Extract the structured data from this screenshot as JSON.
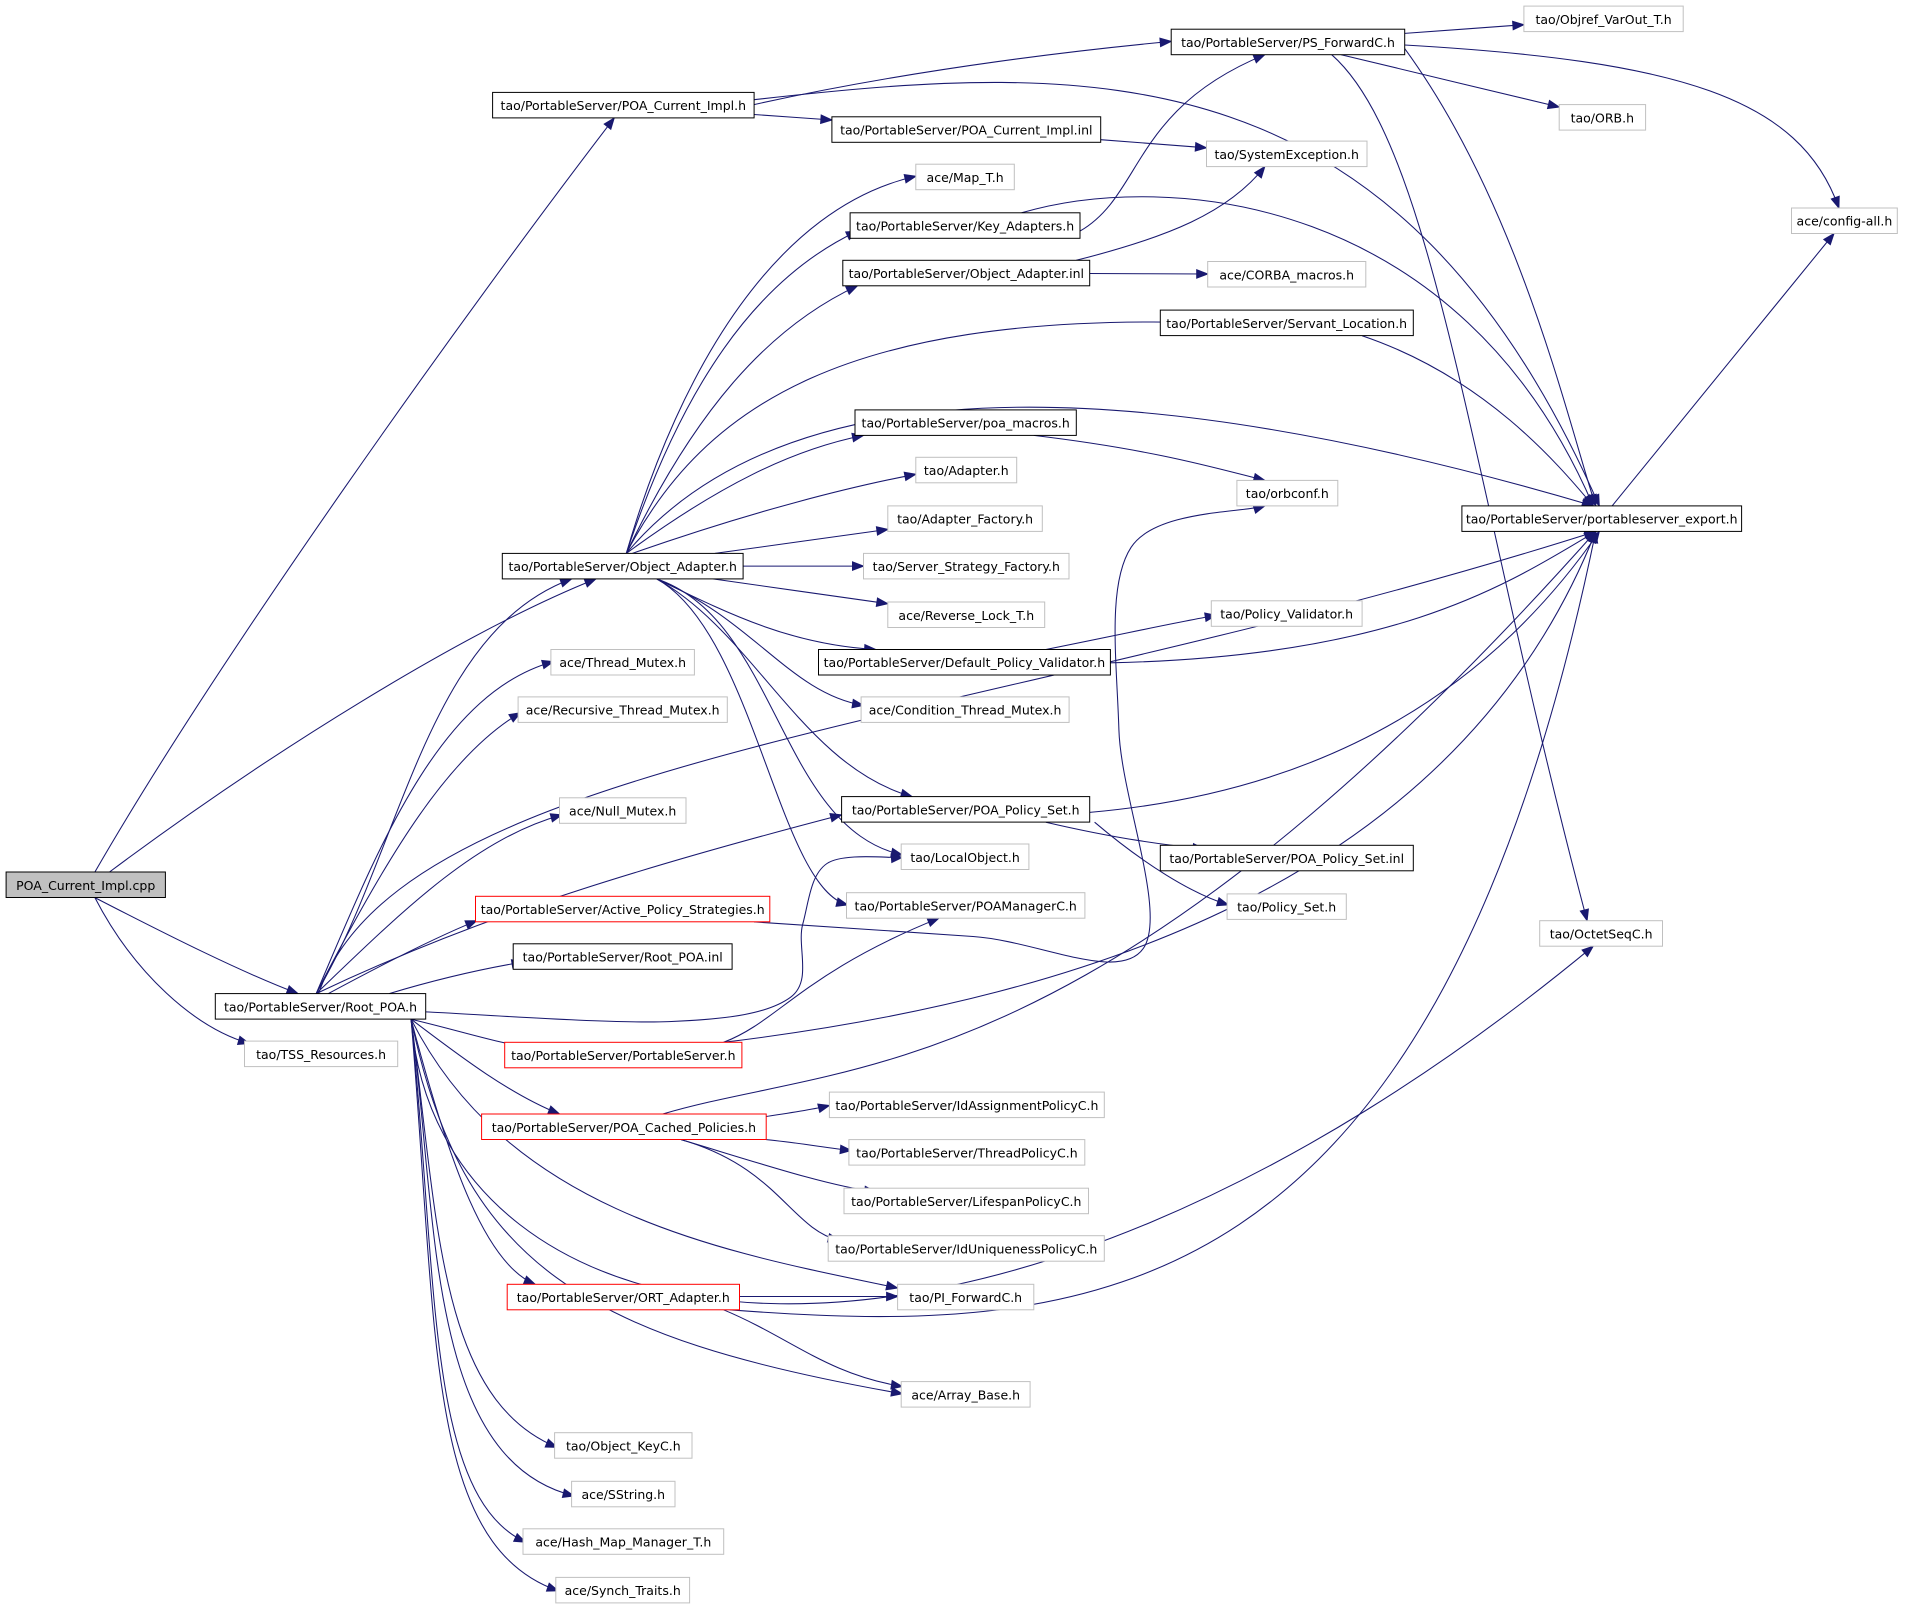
{
  "graph": {
    "root": "POA_Current_Impl.cpp",
    "colors": {
      "edge": "#191970",
      "root_fill": "#c0c0c0",
      "documented_border": "#000000",
      "external_border": "#c0c0c0",
      "truncated_border": "#ff0000"
    },
    "nodes": [
      {
        "id": "root",
        "label": "POA_Current_Impl.cpp",
        "kind": "root"
      },
      {
        "id": "poacur_h",
        "label": "tao/PortableServer/POA_Current_Impl.h",
        "kind": "documented"
      },
      {
        "id": "psfwd",
        "label": "tao/PortableServer/PS_ForwardC.h",
        "kind": "documented"
      },
      {
        "id": "objref",
        "label": "tao/Objref_VarOut_T.h",
        "kind": "external"
      },
      {
        "id": "orb",
        "label": "tao/ORB.h",
        "kind": "external"
      },
      {
        "id": "poacur_inl",
        "label": "tao/PortableServer/POA_Current_Impl.inl",
        "kind": "documented"
      },
      {
        "id": "sysexc",
        "label": "tao/SystemException.h",
        "kind": "external"
      },
      {
        "id": "mapt",
        "label": "ace/Map_T.h",
        "kind": "external"
      },
      {
        "id": "keyad",
        "label": "tao/PortableServer/Key_Adapters.h",
        "kind": "documented"
      },
      {
        "id": "configall",
        "label": "ace/config-all.h",
        "kind": "external"
      },
      {
        "id": "objad_inl",
        "label": "tao/PortableServer/Object_Adapter.inl",
        "kind": "documented"
      },
      {
        "id": "corbamac",
        "label": "ace/CORBA_macros.h",
        "kind": "external"
      },
      {
        "id": "servloc",
        "label": "tao/PortableServer/Servant_Location.h",
        "kind": "documented"
      },
      {
        "id": "poamac",
        "label": "tao/PortableServer/poa_macros.h",
        "kind": "documented"
      },
      {
        "id": "adapter",
        "label": "tao/Adapter.h",
        "kind": "external"
      },
      {
        "id": "orbconf",
        "label": "tao/orbconf.h",
        "kind": "external"
      },
      {
        "id": "psexport",
        "label": "tao/PortableServer/portableserver_export.h",
        "kind": "documented"
      },
      {
        "id": "adfact",
        "label": "tao/Adapter_Factory.h",
        "kind": "external"
      },
      {
        "id": "objad",
        "label": "tao/PortableServer/Object_Adapter.h",
        "kind": "documented"
      },
      {
        "id": "servstrat",
        "label": "tao/Server_Strategy_Factory.h",
        "kind": "external"
      },
      {
        "id": "revlock",
        "label": "ace/Reverse_Lock_T.h",
        "kind": "external"
      },
      {
        "id": "polval",
        "label": "tao/Policy_Validator.h",
        "kind": "external"
      },
      {
        "id": "defpolval",
        "label": "tao/PortableServer/Default_Policy_Validator.h",
        "kind": "documented"
      },
      {
        "id": "thrmutex",
        "label": "ace/Thread_Mutex.h",
        "kind": "external"
      },
      {
        "id": "condmutex",
        "label": "ace/Condition_Thread_Mutex.h",
        "kind": "external"
      },
      {
        "id": "recmutex",
        "label": "ace/Recursive_Thread_Mutex.h",
        "kind": "external"
      },
      {
        "id": "nullmutex",
        "label": "ace/Null_Mutex.h",
        "kind": "external"
      },
      {
        "id": "polset",
        "label": "tao/PortableServer/POA_Policy_Set.h",
        "kind": "documented"
      },
      {
        "id": "localobj",
        "label": "tao/LocalObject.h",
        "kind": "external"
      },
      {
        "id": "polset_inl",
        "label": "tao/PortableServer/POA_Policy_Set.inl",
        "kind": "documented"
      },
      {
        "id": "actpol",
        "label": "tao/PortableServer/Active_Policy_Strategies.h",
        "kind": "truncated"
      },
      {
        "id": "poamgr",
        "label": "tao/PortableServer/POAManagerC.h",
        "kind": "external"
      },
      {
        "id": "policyset",
        "label": "tao/Policy_Set.h",
        "kind": "external"
      },
      {
        "id": "octseq",
        "label": "tao/OctetSeqC.h",
        "kind": "external"
      },
      {
        "id": "rootpoa_inl",
        "label": "tao/PortableServer/Root_POA.inl",
        "kind": "documented"
      },
      {
        "id": "rootpoa",
        "label": "tao/PortableServer/Root_POA.h",
        "kind": "documented"
      },
      {
        "id": "tss",
        "label": "tao/TSS_Resources.h",
        "kind": "external"
      },
      {
        "id": "portserv",
        "label": "tao/PortableServer/PortableServer.h",
        "kind": "truncated"
      },
      {
        "id": "idassign",
        "label": "tao/PortableServer/IdAssignmentPolicyC.h",
        "kind": "external"
      },
      {
        "id": "cached",
        "label": "tao/PortableServer/POA_Cached_Policies.h",
        "kind": "truncated"
      },
      {
        "id": "thrpol",
        "label": "tao/PortableServer/ThreadPolicyC.h",
        "kind": "external"
      },
      {
        "id": "lifepol",
        "label": "tao/PortableServer/LifespanPolicyC.h",
        "kind": "external"
      },
      {
        "id": "iduniq",
        "label": "tao/PortableServer/IdUniquenessPolicyC.h",
        "kind": "external"
      },
      {
        "id": "ortad",
        "label": "tao/PortableServer/ORT_Adapter.h",
        "kind": "truncated"
      },
      {
        "id": "pifwd",
        "label": "tao/PI_ForwardC.h",
        "kind": "external"
      },
      {
        "id": "arrbase",
        "label": "ace/Array_Base.h",
        "kind": "external"
      },
      {
        "id": "objkey",
        "label": "tao/Object_KeyC.h",
        "kind": "external"
      },
      {
        "id": "sstring",
        "label": "ace/SString.h",
        "kind": "external"
      },
      {
        "id": "hashmap",
        "label": "ace/Hash_Map_Manager_T.h",
        "kind": "external"
      },
      {
        "id": "synch",
        "label": "ace/Synch_Traits.h",
        "kind": "external"
      }
    ],
    "edges": [
      [
        "root",
        "poacur_h"
      ],
      [
        "root",
        "objad"
      ],
      [
        "root",
        "rootpoa"
      ],
      [
        "root",
        "tss"
      ],
      [
        "poacur_h",
        "psfwd"
      ],
      [
        "poacur_h",
        "poacur_inl"
      ],
      [
        "poacur_h",
        "psexport"
      ],
      [
        "psfwd",
        "objref"
      ],
      [
        "psfwd",
        "orb"
      ],
      [
        "psfwd",
        "configall"
      ],
      [
        "psfwd",
        "psexport"
      ],
      [
        "psfwd",
        "octseq"
      ],
      [
        "poacur_inl",
        "sysexc"
      ],
      [
        "psexport",
        "configall"
      ],
      [
        "objad",
        "mapt"
      ],
      [
        "objad",
        "keyad"
      ],
      [
        "objad",
        "objad_inl"
      ],
      [
        "objad",
        "servloc"
      ],
      [
        "objad",
        "psexport"
      ],
      [
        "objad",
        "poamac"
      ],
      [
        "objad",
        "adapter"
      ],
      [
        "objad",
        "adfact"
      ],
      [
        "objad",
        "servstrat"
      ],
      [
        "objad",
        "revlock"
      ],
      [
        "objad",
        "defpolval"
      ],
      [
        "objad",
        "condmutex"
      ],
      [
        "objad",
        "polset"
      ],
      [
        "objad",
        "localobj"
      ],
      [
        "objad",
        "poamgr"
      ],
      [
        "keyad",
        "psfwd"
      ],
      [
        "keyad",
        "psexport"
      ],
      [
        "objad_inl",
        "sysexc"
      ],
      [
        "objad_inl",
        "corbamac"
      ],
      [
        "servloc",
        "psexport"
      ],
      [
        "poamac",
        "orbconf"
      ],
      [
        "defpolval",
        "polval"
      ],
      [
        "defpolval",
        "psexport"
      ],
      [
        "polset",
        "psexport"
      ],
      [
        "polset",
        "polset_inl"
      ],
      [
        "polset",
        "policyset"
      ],
      [
        "rootpoa",
        "objad"
      ],
      [
        "rootpoa",
        "thrmutex"
      ],
      [
        "rootpoa",
        "recmutex"
      ],
      [
        "rootpoa",
        "nullmutex"
      ],
      [
        "rootpoa",
        "polset"
      ],
      [
        "rootpoa",
        "localobj"
      ],
      [
        "rootpoa",
        "actpol"
      ],
      [
        "rootpoa",
        "rootpoa_inl"
      ],
      [
        "rootpoa",
        "psexport"
      ],
      [
        "rootpoa",
        "portserv"
      ],
      [
        "rootpoa",
        "cached"
      ],
      [
        "rootpoa",
        "ortad"
      ],
      [
        "rootpoa",
        "pifwd"
      ],
      [
        "rootpoa",
        "arrbase"
      ],
      [
        "rootpoa",
        "octseq"
      ],
      [
        "rootpoa",
        "objkey"
      ],
      [
        "rootpoa",
        "sstring"
      ],
      [
        "rootpoa",
        "hashmap"
      ],
      [
        "rootpoa",
        "synch"
      ],
      [
        "actpol",
        "orbconf"
      ],
      [
        "portserv",
        "poamgr"
      ],
      [
        "portserv",
        "psexport"
      ],
      [
        "cached",
        "idassign"
      ],
      [
        "cached",
        "thrpol"
      ],
      [
        "cached",
        "lifepol"
      ],
      [
        "cached",
        "iduniq"
      ],
      [
        "cached",
        "psexport"
      ],
      [
        "ortad",
        "pifwd"
      ],
      [
        "ortad",
        "psexport"
      ],
      [
        "ortad",
        "arrbase"
      ]
    ]
  }
}
